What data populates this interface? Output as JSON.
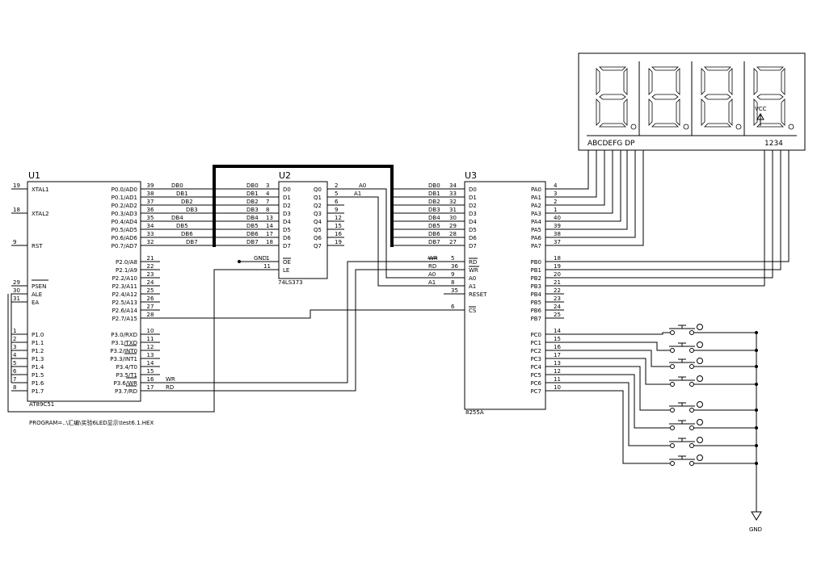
{
  "u1": {
    "ref": "U1",
    "part": "AT89C51",
    "left_pins": [
      {
        "num": "19",
        "name": "XTAL1"
      },
      {
        "num": "18",
        "name": "XTAL2"
      },
      {
        "num": "9",
        "name": "RST"
      },
      {
        "num": "29",
        "name": "PSEN"
      },
      {
        "num": "30",
        "name": "ALE"
      },
      {
        "num": "31",
        "name": "EA"
      },
      {
        "num": "1",
        "name": "P1.0"
      },
      {
        "num": "2",
        "name": "P1.1"
      },
      {
        "num": "3",
        "name": "P1.2"
      },
      {
        "num": "4",
        "name": "P1.3"
      },
      {
        "num": "5",
        "name": "P1.4"
      },
      {
        "num": "6",
        "name": "P1.5"
      },
      {
        "num": "7",
        "name": "P1.6"
      },
      {
        "num": "8",
        "name": "P1.7"
      }
    ],
    "right_pins": [
      {
        "num": "39",
        "name": "P0.0/AD0"
      },
      {
        "num": "38",
        "name": "P0.1/AD1"
      },
      {
        "num": "37",
        "name": "P0.2/AD2"
      },
      {
        "num": "36",
        "name": "P0.3/AD3"
      },
      {
        "num": "35",
        "name": "P0.4/AD4"
      },
      {
        "num": "34",
        "name": "P0.5/AD5"
      },
      {
        "num": "33",
        "name": "P0.6/AD6"
      },
      {
        "num": "32",
        "name": "P0.7/AD7"
      },
      {
        "num": "21",
        "name": "P2.0/A8"
      },
      {
        "num": "22",
        "name": "P2.1/A9"
      },
      {
        "num": "23",
        "name": "P2.2/A10"
      },
      {
        "num": "24",
        "name": "P2.3/A11"
      },
      {
        "num": "25",
        "name": "P2.4/A12"
      },
      {
        "num": "26",
        "name": "P2.5/A13"
      },
      {
        "num": "27",
        "name": "P2.6/A14"
      },
      {
        "num": "28",
        "name": "P2.7/A15"
      },
      {
        "num": "10",
        "name": "P3.0/RXD"
      },
      {
        "num": "11",
        "name": "P3.1/TXD"
      },
      {
        "num": "12",
        "name": "P3.2/INT0"
      },
      {
        "num": "13",
        "name": "P3.3/INT1"
      },
      {
        "num": "14",
        "name": "P3.4/T0"
      },
      {
        "num": "15",
        "name": "P3.5/T1"
      },
      {
        "num": "16",
        "name": "P3.6/WR"
      },
      {
        "num": "17",
        "name": "P3.7/RD"
      }
    ],
    "net_labels": [
      "DB0",
      "DB1",
      "DB2",
      "DB3",
      "DB4",
      "DB5",
      "DB6",
      "DB7"
    ],
    "wr_label": "WR",
    "rd_label": "RD"
  },
  "u2": {
    "ref": "U2",
    "part": "74LS373",
    "d_pins": [
      {
        "num": "3",
        "name": "D0",
        "net": "DB0"
      },
      {
        "num": "4",
        "name": "D1",
        "net": "DB1"
      },
      {
        "num": "7",
        "name": "D2",
        "net": "DB2"
      },
      {
        "num": "8",
        "name": "D3",
        "net": "DB3"
      },
      {
        "num": "13",
        "name": "D4",
        "net": "DB4"
      },
      {
        "num": "14",
        "name": "D5",
        "net": "DB5"
      },
      {
        "num": "17",
        "name": "D6",
        "net": "DB6"
      },
      {
        "num": "18",
        "name": "D7",
        "net": "DB7"
      }
    ],
    "q_pins": [
      {
        "num": "2",
        "name": "Q0"
      },
      {
        "num": "5",
        "name": "Q1"
      },
      {
        "num": "6",
        "name": "Q2"
      },
      {
        "num": "9",
        "name": "Q3"
      },
      {
        "num": "12",
        "name": "Q4"
      },
      {
        "num": "15",
        "name": "Q5"
      },
      {
        "num": "16",
        "name": "Q6"
      },
      {
        "num": "19",
        "name": "Q7"
      }
    ],
    "oe": {
      "num": "1",
      "name": "OE",
      "net": "GND"
    },
    "le": {
      "num": "11",
      "name": "LE"
    },
    "q0_net": "A0",
    "q1_net": "A1"
  },
  "u3": {
    "ref": "U3",
    "part": "8255A",
    "d_pins": [
      {
        "num": "34",
        "name": "D0",
        "net": "DB0"
      },
      {
        "num": "33",
        "name": "D1",
        "net": "DB1"
      },
      {
        "num": "32",
        "name": "D2",
        "net": "DB2"
      },
      {
        "num": "31",
        "name": "D3",
        "net": "DB3"
      },
      {
        "num": "30",
        "name": "D4",
        "net": "DB4"
      },
      {
        "num": "29",
        "name": "D5",
        "net": "DB5"
      },
      {
        "num": "28",
        "name": "D6",
        "net": "DB6"
      },
      {
        "num": "27",
        "name": "D7",
        "net": "DB7"
      }
    ],
    "ctl_pins": [
      {
        "num": "5",
        "name": "RD",
        "net": "WR"
      },
      {
        "num": "36",
        "name": "WR",
        "net": "RD"
      },
      {
        "num": "9",
        "name": "A0",
        "net": "A0"
      },
      {
        "num": "8",
        "name": "A1",
        "net": "A1"
      },
      {
        "num": "35",
        "name": "RESET",
        "net": ""
      },
      {
        "num": "6",
        "name": "CS",
        "net": ""
      }
    ],
    "pa_pins": [
      {
        "num": "4",
        "name": "PA0"
      },
      {
        "num": "3",
        "name": "PA1"
      },
      {
        "num": "2",
        "name": "PA2"
      },
      {
        "num": "1",
        "name": "PA3"
      },
      {
        "num": "40",
        "name": "PA4"
      },
      {
        "num": "39",
        "name": "PA5"
      },
      {
        "num": "38",
        "name": "PA6"
      },
      {
        "num": "37",
        "name": "PA7"
      }
    ],
    "pb_pins": [
      {
        "num": "18",
        "name": "PB0"
      },
      {
        "num": "19",
        "name": "PB1"
      },
      {
        "num": "20",
        "name": "PB2"
      },
      {
        "num": "21",
        "name": "PB3"
      },
      {
        "num": "22",
        "name": "PB4"
      },
      {
        "num": "23",
        "name": "PB5"
      },
      {
        "num": "24",
        "name": "PB6"
      },
      {
        "num": "25",
        "name": "PB7"
      }
    ],
    "pc_pins": [
      {
        "num": "14",
        "name": "PC0"
      },
      {
        "num": "15",
        "name": "PC1"
      },
      {
        "num": "16",
        "name": "PC2"
      },
      {
        "num": "17",
        "name": "PC3"
      },
      {
        "num": "13",
        "name": "PC4"
      },
      {
        "num": "12",
        "name": "PC5"
      },
      {
        "num": "11",
        "name": "PC6"
      },
      {
        "num": "10",
        "name": "PC7"
      }
    ]
  },
  "display": {
    "segment_label": "ABCDEFG  DP",
    "digit_label": "1234",
    "vcc_label": "VCC",
    "digits": 4
  },
  "buttons": {
    "count": 8
  },
  "gnd_label": "GND",
  "program_text": "PROGRAM=..\\汇编\\实验6LED显示\\test6.1.HEX"
}
